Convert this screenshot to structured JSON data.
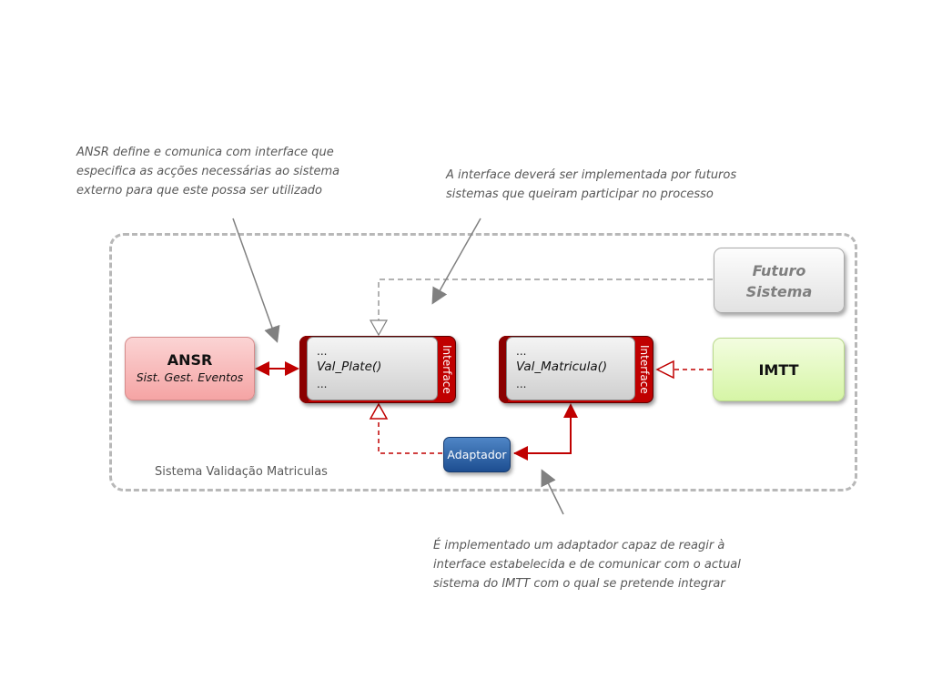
{
  "notes": {
    "ansr_note": [
      "ANSR define e comunica com interface  que",
      "especifica as acções necessárias ao sistema",
      "externo para que este possa ser utilizado"
    ],
    "future_note": [
      "A interface deverá ser implementada por futuros",
      "sistemas que queiram participar no processo"
    ],
    "adapter_note": [
      "É implementado um adaptador capaz de reagir à",
      "interface estabelecida e de comunicar com o actual",
      "sistema do IMTT com o qual se pretende integrar"
    ]
  },
  "container": {
    "label": "Sistema Validação Matriculas"
  },
  "nodes": {
    "ansr": {
      "title": "ANSR",
      "subtitle": "Sist. Gest. Eventos",
      "color": "#f5a4a4"
    },
    "futuro": {
      "title_line1": "Futuro",
      "title_line2": "Sistema",
      "color": "#e2e2e2"
    },
    "imtt": {
      "title": "IMTT",
      "color": "#d6f5a6"
    },
    "adaptador": {
      "title": "Adaptador",
      "color": "#1d4e91"
    }
  },
  "interfaces": [
    {
      "label": "Interface",
      "dots_top": "...",
      "method": "Val_Plate()",
      "dots_bottom": "..."
    },
    {
      "label": "Interface",
      "dots_top": "...",
      "method": "Val_Matricula()",
      "dots_bottom": "..."
    }
  ],
  "colors": {
    "interface_red": "#c00000",
    "connector_red": "#c00000",
    "connector_gray": "#999999",
    "annotation_arrow": "#808080"
  }
}
